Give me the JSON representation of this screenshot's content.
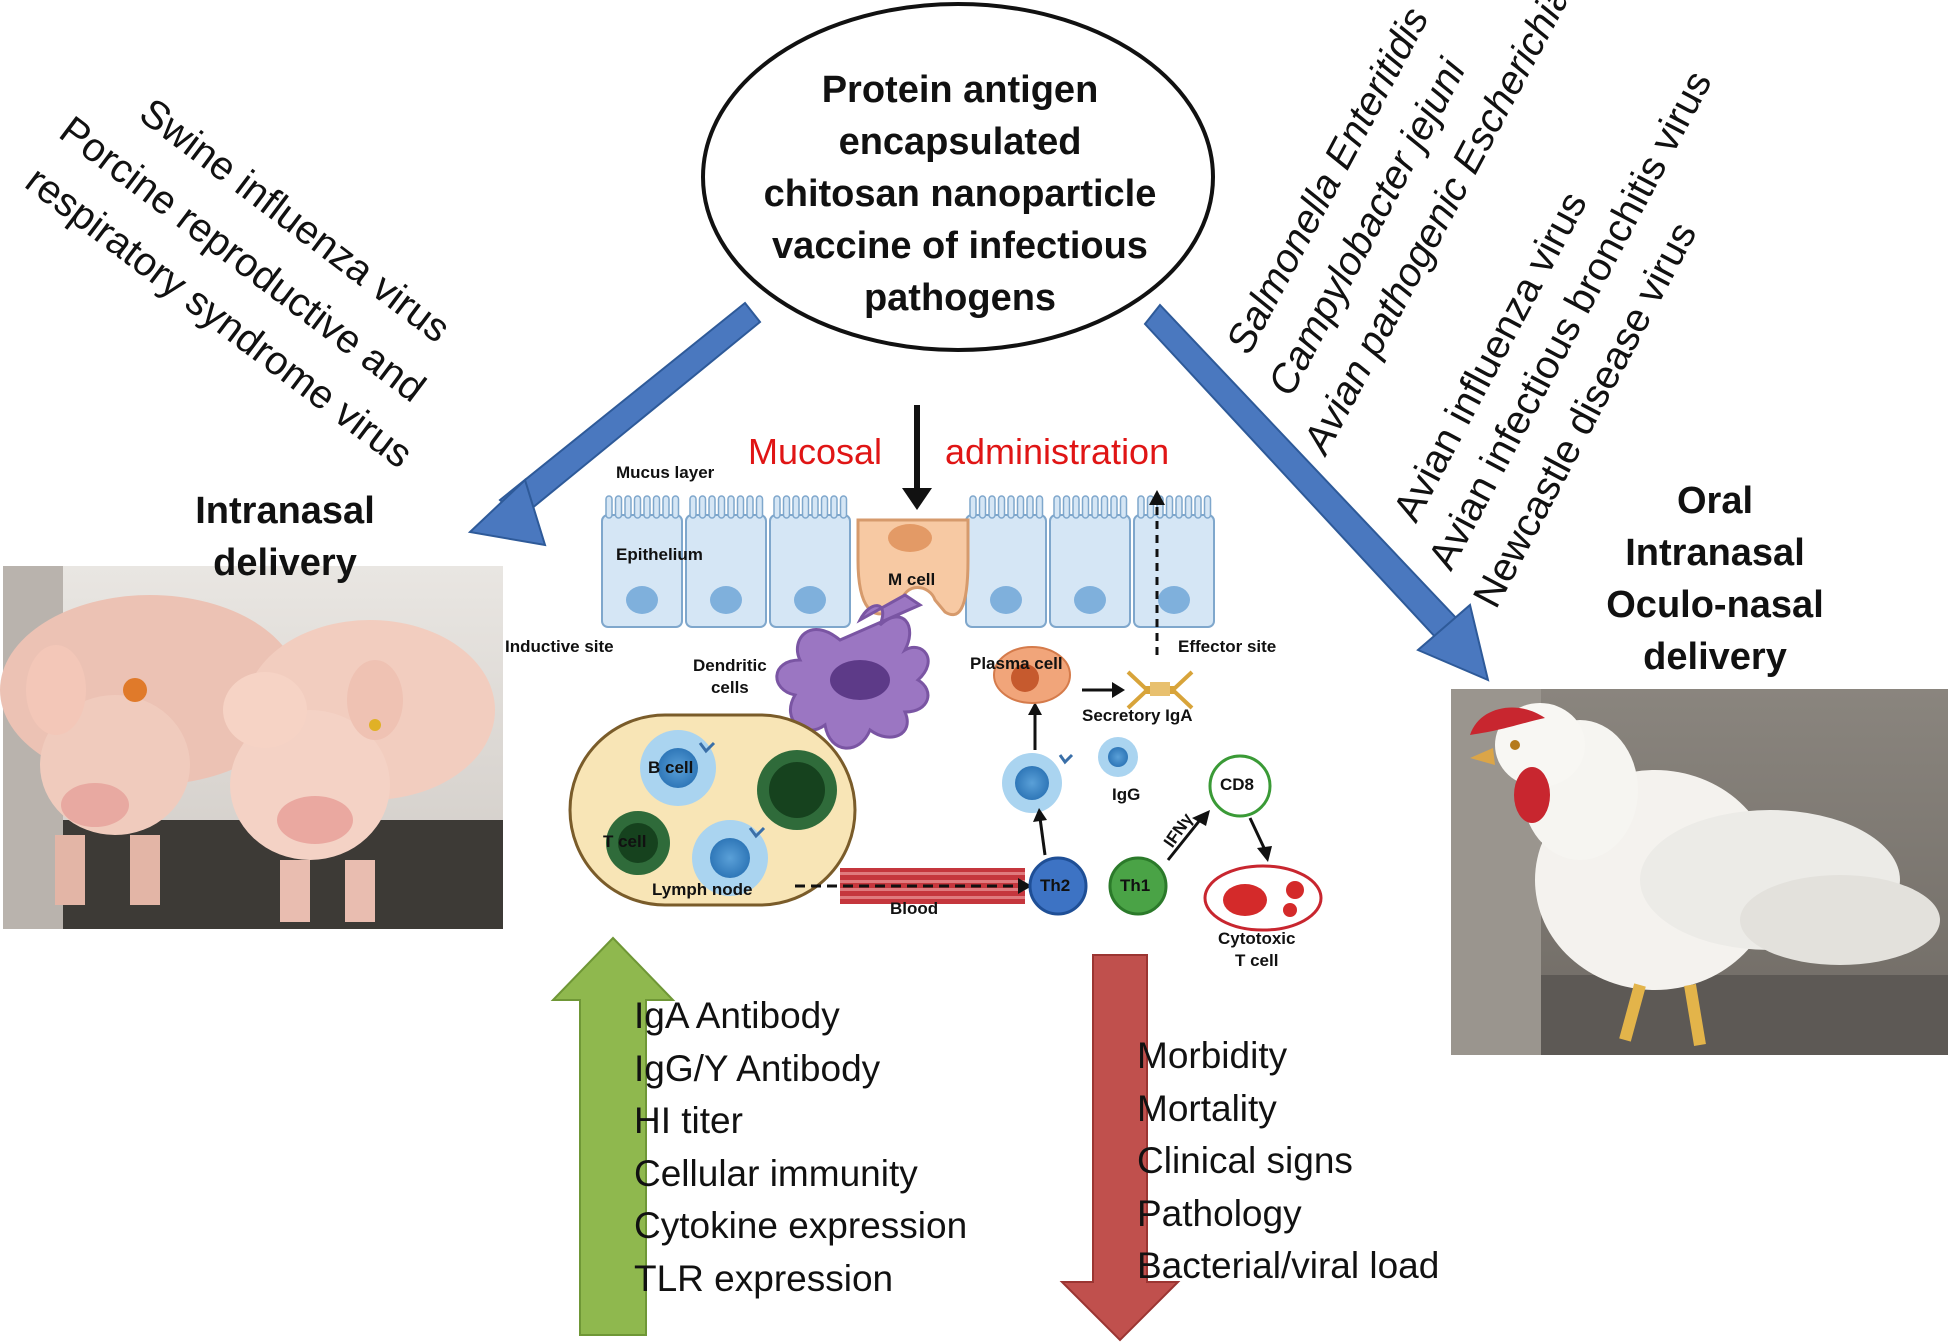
{
  "title": {
    "lines": [
      "Protein antigen",
      "encapsulated",
      "chitosan nanoparticle",
      "vaccine of infectious",
      "pathogens"
    ]
  },
  "left": {
    "pathogens": [
      "Swine influenza  virus",
      "Porcine reproductive and",
      "respiratory syndrome virus"
    ],
    "delivery_lines": [
      "Intranasal",
      "delivery"
    ],
    "photo": "pigs-photo"
  },
  "right": {
    "bacteria": [
      "Salmonella Enteritidis",
      "Campylobacter jejuni",
      "Avian pathogenic Escherichia coli"
    ],
    "viruses": [
      "Avian influenza  virus",
      "Avian infectious bronchitis virus",
      "Newcastle disease virus"
    ],
    "delivery_lines": [
      "Oral",
      "Intranasal",
      "Oculo-nasal",
      "delivery"
    ],
    "photo": "chicken-photo"
  },
  "center": {
    "mucosal_left": "Mucosal",
    "mucosal_right": "administration",
    "mucus_layer": "Mucus layer",
    "epithelium": "Epithelium",
    "m_cell": "M cell",
    "inductive_site": "Inductive site",
    "effector_site": "Effector site",
    "dendritic": [
      "Dendritic",
      "cells"
    ],
    "plasma_cell": "Plasma cell",
    "secretory_iga": "Secretory IgA",
    "b_cell": "B cell",
    "t_cell": "T cell",
    "lymph_node": "Lymph node",
    "blood": "Blood",
    "igg": "IgG",
    "cd8": "CD8",
    "ifny": "IFNγ",
    "th2": "Th2",
    "th1": "Th1",
    "cytotoxic": [
      "Cytotoxic",
      "T cell"
    ]
  },
  "increase": {
    "items": [
      "IgA Antibody",
      "IgG/Y Antibody",
      "HI titer",
      "Cellular  immunity",
      "Cytokine expression",
      "TLR expression"
    ],
    "arrow_color": "#8fb84e"
  },
  "decrease": {
    "items": [
      "Morbidity",
      "Mortality",
      "Clinical signs",
      "Pathology",
      "Bacterial/viral load"
    ],
    "arrow_color": "#c0504d"
  },
  "colors": {
    "blue_arrow": "#4a78bf",
    "mucosal_red": "#e01515",
    "epithelium": "#d5e6f5"
  }
}
